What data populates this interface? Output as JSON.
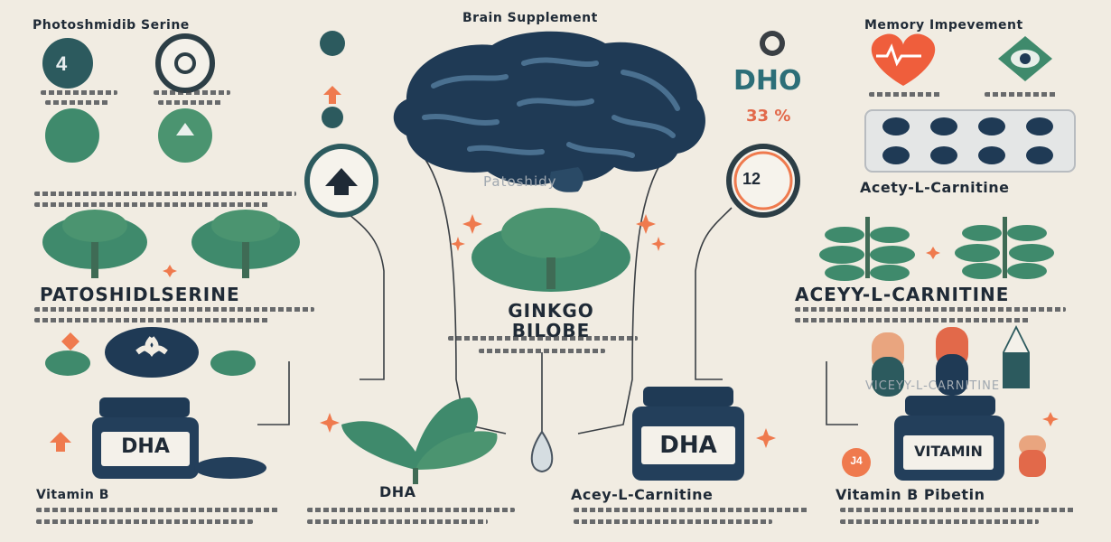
{
  "labels": {
    "brain_supplement": "Brain Supplement",
    "phosphatidylserine_top": "Photoshmidib Serine",
    "memory_improvement": "Memory Impevement",
    "dho": "DHO",
    "percent": "33 %",
    "acetyl_l_carnitine_top": "Acety-L-Carnitine",
    "patoshidy": "Patoshidy",
    "patoshidl_serine": "PATOSHIDLSERINE",
    "ginkgo_biloba": "GINKGO BILOBE",
    "acetyl_l_carnitine_mid": "ACEYY-L-CARNITINE",
    "vicety_l_carnitine": "VICEYY-L-CARNITINE",
    "dha_jar_left": "DHA",
    "dha_jar_center": "DHA",
    "vitamin_jar": "VITAMIN",
    "vitamin_b_bottom_left": "Vitamin B",
    "dha_bottom": "DHA",
    "acetyl_l_carnitine_bottom": "Acey-L-Carnitine",
    "vitamin_b_bottom_right": "Vitamin B Pibetin",
    "icon_number_left": "4",
    "icon_number_right": "12",
    "capsule_badge": "J4"
  },
  "colors": {
    "background": "#f1ece2",
    "navy": "#1f3a55",
    "teal_green": "#3f8a6c",
    "orange": "#ef7a4e",
    "capsule_orange": "#e2694a",
    "dark_teal": "#2c5a5e"
  }
}
